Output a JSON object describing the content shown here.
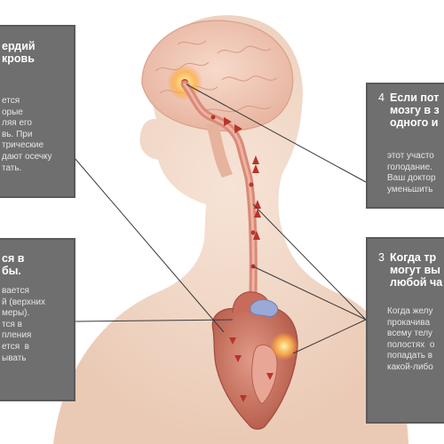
{
  "boxes": {
    "top_left": {
      "title": "ердий\nкровь",
      "body": "ется\nорые\nляя его\nвь. При\nтрические\nдают осечку\nтать."
    },
    "mid_left": {
      "title": "ся в\nбы.",
      "body": "вается\nй (верхних\nмеры).\nтся в\nпления\nется  в\nывать"
    },
    "top_right": {
      "number": "4",
      "title": "Если пот\nмозгу в з\nодного и",
      "body": "этот участо\nголодание.\nВаш доктор\nуменьшить"
    },
    "mid_right": {
      "number": "3",
      "title": "Когда тр\nмогут вы\nлюбой ча",
      "body": "Когда желу\nпрокачива\nвсему телу\nполостях  о\nпопадать в\nкакой-либо"
    }
  },
  "colors": {
    "box_fill": "#6f6f6f",
    "skin": "#f2d6c4",
    "brain": "#f0c9b6",
    "heart": "#c96b5a",
    "artery": "#d98a78",
    "arrow": "#b8342a"
  }
}
